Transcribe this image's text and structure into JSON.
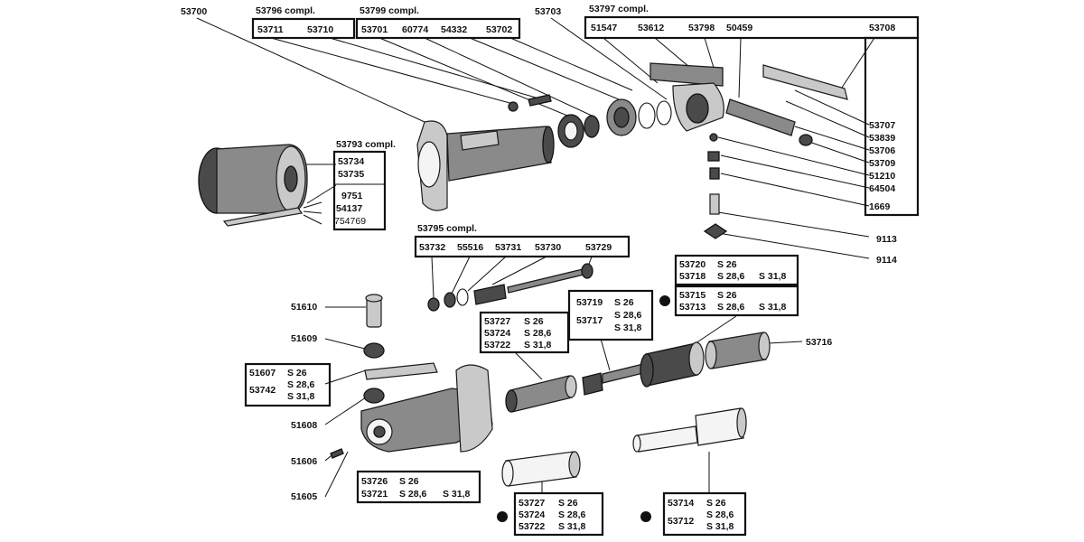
{
  "callouts": {
    "c53700": "53700",
    "c53703": "53703",
    "c9113": "9113",
    "c9114": "9114",
    "c51610": "51610",
    "c51609": "51609",
    "c51608": "51608",
    "c51606": "51606",
    "c51605": "51605",
    "c53716": "53716"
  },
  "box_53796": {
    "title": "53796 compl.",
    "items": [
      "53711",
      "53710"
    ]
  },
  "box_53799": {
    "title": "53799 compl.",
    "items": [
      "53701",
      "60774",
      "54332",
      "53702"
    ]
  },
  "box_53797": {
    "title": "53797 compl.",
    "items": [
      "51547",
      "53612",
      "53798",
      "50459",
      "53708"
    ],
    "list": [
      "53707",
      "53839",
      "53706",
      "53709",
      "51210",
      "64504",
      "1669"
    ]
  },
  "box_53793": {
    "title": "53793 compl.",
    "items": [
      "53734",
      "53735"
    ],
    "sub": [
      "9751",
      "54137",
      "754769"
    ]
  },
  "box_53795": {
    "title": "53795 compl.",
    "items": [
      "53732",
      "55516",
      "53731",
      "53730",
      "53729"
    ]
  },
  "box_53720": {
    "rows": [
      [
        "53720",
        "S 26",
        ""
      ],
      [
        "53718",
        "S 28,6",
        "S 31,8"
      ]
    ]
  },
  "box_53715": {
    "rows": [
      [
        "53715",
        "S 26",
        ""
      ],
      [
        "53713",
        "S 28,6",
        "S 31,8"
      ]
    ]
  },
  "box_53719": {
    "left": [
      "53719",
      "53717"
    ],
    "right": [
      "S 26",
      "S 28,6",
      "S 31,8"
    ]
  },
  "box_53727a": {
    "left": [
      "53727",
      "53724",
      "53722"
    ],
    "right": [
      "S 26",
      "S 28,6",
      "S 31,8"
    ]
  },
  "box_51607": {
    "left": [
      "51607",
      "53742"
    ],
    "right": [
      "S 26",
      "S 28,6",
      "S 31,8"
    ]
  },
  "box_53726": {
    "rows": [
      [
        "53726",
        "S 26",
        ""
      ],
      [
        "53721",
        "S 28,6",
        "S 31,8"
      ]
    ]
  },
  "box_53727b": {
    "left": [
      "53727",
      "53724",
      "53722"
    ],
    "right": [
      "S 26",
      "S 28,6",
      "S 31,8"
    ]
  },
  "box_53714": {
    "left": [
      "53714",
      "53712"
    ],
    "right": [
      "S 26",
      "S 28,6",
      "S 31,8"
    ]
  }
}
